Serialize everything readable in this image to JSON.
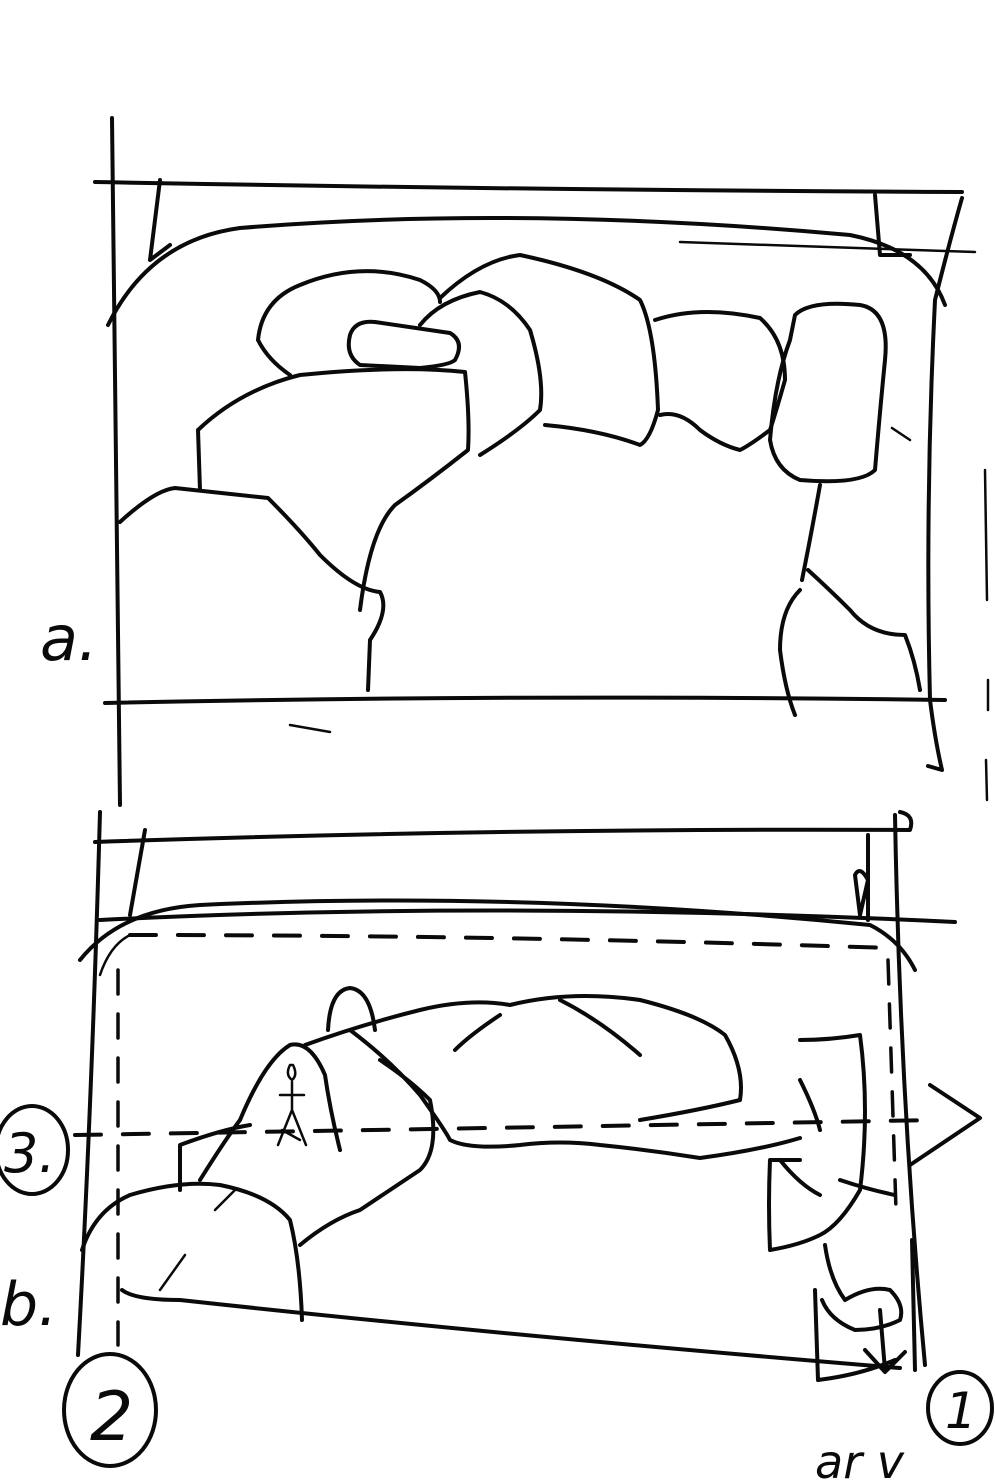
{
  "sketch": {
    "panel_a": {
      "label": "a."
    },
    "panel_b": {
      "label": "b."
    },
    "markers": {
      "m1": "1",
      "m2": "2",
      "m3": "3."
    },
    "annotation_bottom": "ar v",
    "colors": {
      "ink": "#0a0a0a",
      "paper": "#ffffff"
    }
  }
}
